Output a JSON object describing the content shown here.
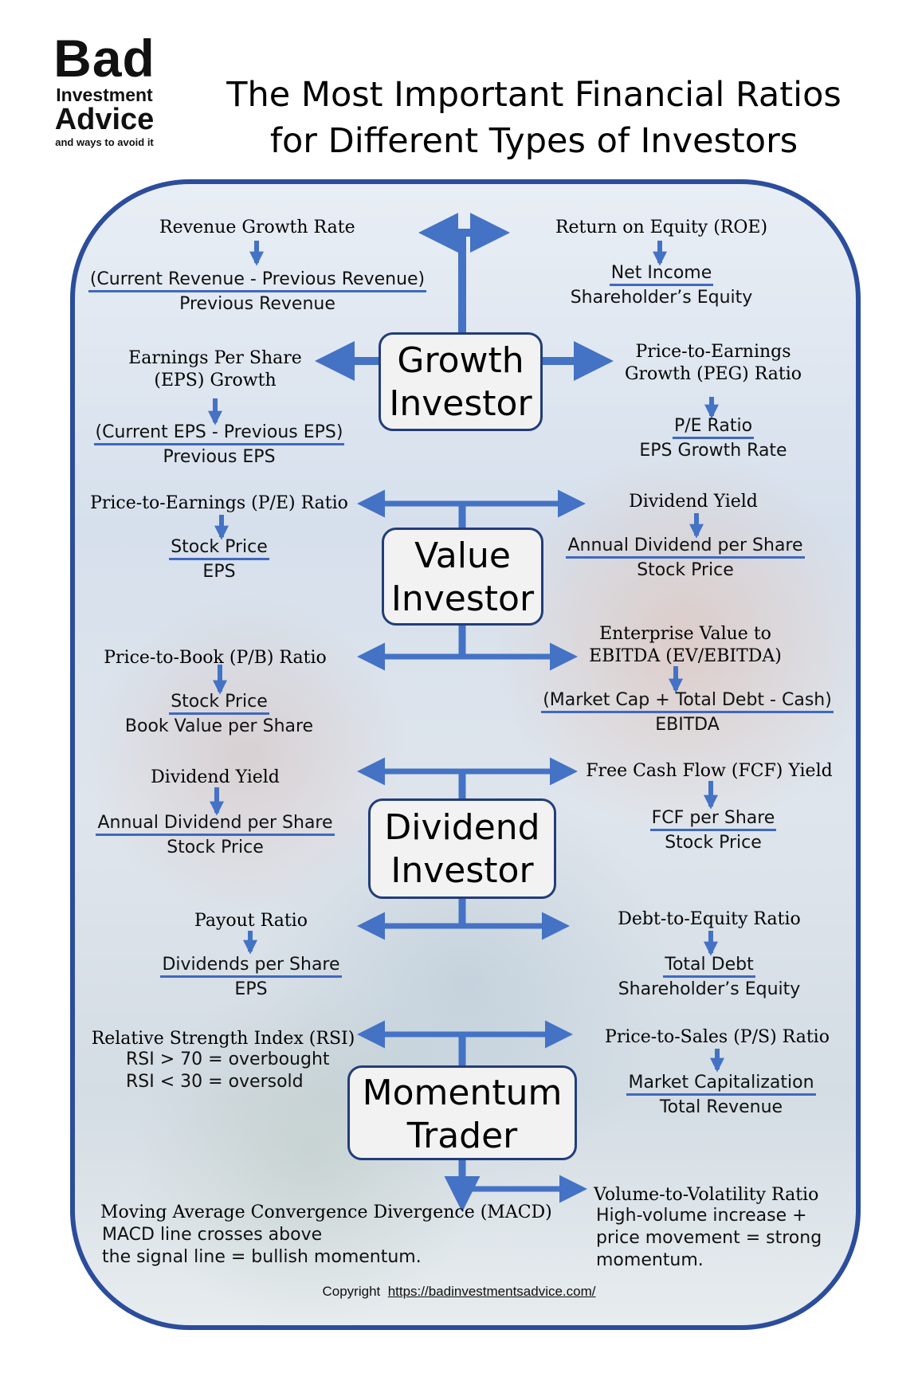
{
  "logo": {
    "line1": "Bad",
    "line2": "Investment",
    "line3": "Advice",
    "line4": "and ways to avoid it"
  },
  "title": {
    "line1": "The Most Important Financial Ratios",
    "line2": "for Different Types of Investors"
  },
  "colors": {
    "frame": "#2c4d9c",
    "arrow": "#4472c4",
    "box_border": "#233d7a",
    "underline": "#3f68c0"
  },
  "growth": {
    "box": {
      "line1": "Growth",
      "line2": "Investor"
    },
    "revenue_growth": {
      "title": "Revenue Growth Rate",
      "num": "(Current Revenue - Previous Revenue)",
      "den": "Previous Revenue"
    },
    "roe": {
      "title": "Return on Equity (ROE)",
      "num": "Net Income",
      "den": "Shareholder’s Equity"
    },
    "eps_growth": {
      "title1": "Earnings Per Share",
      "title2": "(EPS) Growth",
      "num": "(Current EPS - Previous EPS)",
      "den": "Previous EPS"
    },
    "peg": {
      "title1": "Price-to-Earnings",
      "title2": "Growth (PEG) Ratio",
      "num": "P/E Ratio",
      "den": "EPS Growth Rate"
    }
  },
  "value": {
    "box": {
      "line1": "Value",
      "line2": "Investor"
    },
    "pe": {
      "title": "Price-to-Earnings (P/E) Ratio",
      "num": "Stock Price",
      "den": "EPS"
    },
    "div_yield": {
      "title": "Dividend Yield",
      "num": "Annual Dividend per Share",
      "den": "Stock Price"
    },
    "pb": {
      "title": "Price-to-Book (P/B) Ratio",
      "num": "Stock Price",
      "den": "Book Value per Share"
    },
    "ev": {
      "title1": "Enterprise Value to",
      "title2": "EBITDA (EV/EBITDA)",
      "num": "(Market Cap + Total Debt - Cash)",
      "den": "EBITDA"
    }
  },
  "dividend": {
    "box": {
      "line1": "Dividend",
      "line2": "Investor"
    },
    "div_yield": {
      "title": "Dividend Yield",
      "num": "Annual Dividend per Share",
      "den": "Stock Price"
    },
    "fcf": {
      "title": "Free Cash Flow (FCF) Yield",
      "num": "FCF per Share",
      "den": "Stock Price"
    },
    "payout": {
      "title": "Payout Ratio",
      "num": "Dividends per Share",
      "den": "EPS"
    },
    "de": {
      "title": "Debt-to-Equity Ratio",
      "num": "Total Debt",
      "den": "Shareholder’s Equity"
    }
  },
  "momentum": {
    "box": {
      "line1": "Momentum",
      "line2": "Trader"
    },
    "rsi": {
      "title": "Relative Strength Index (RSI)",
      "line1": "RSI > 70 = overbought",
      "line2": "RSI < 30 = oversold"
    },
    "ps": {
      "title": "Price-to-Sales (P/S) Ratio",
      "num": "Market Capitalization",
      "den": "Total Revenue"
    },
    "macd": {
      "title": "Moving Average Convergence Divergence (MACD)",
      "line1": "MACD line crosses above",
      "line2": "the signal line = bullish momentum."
    },
    "vol": {
      "title": "Volume-to-Volatility Ratio",
      "line1": "High-volume increase +",
      "line2": "price movement = strong",
      "line3": "momentum."
    }
  },
  "footer": {
    "label": "Copyright",
    "url": "https://badinvestmentsadvice.com/"
  }
}
